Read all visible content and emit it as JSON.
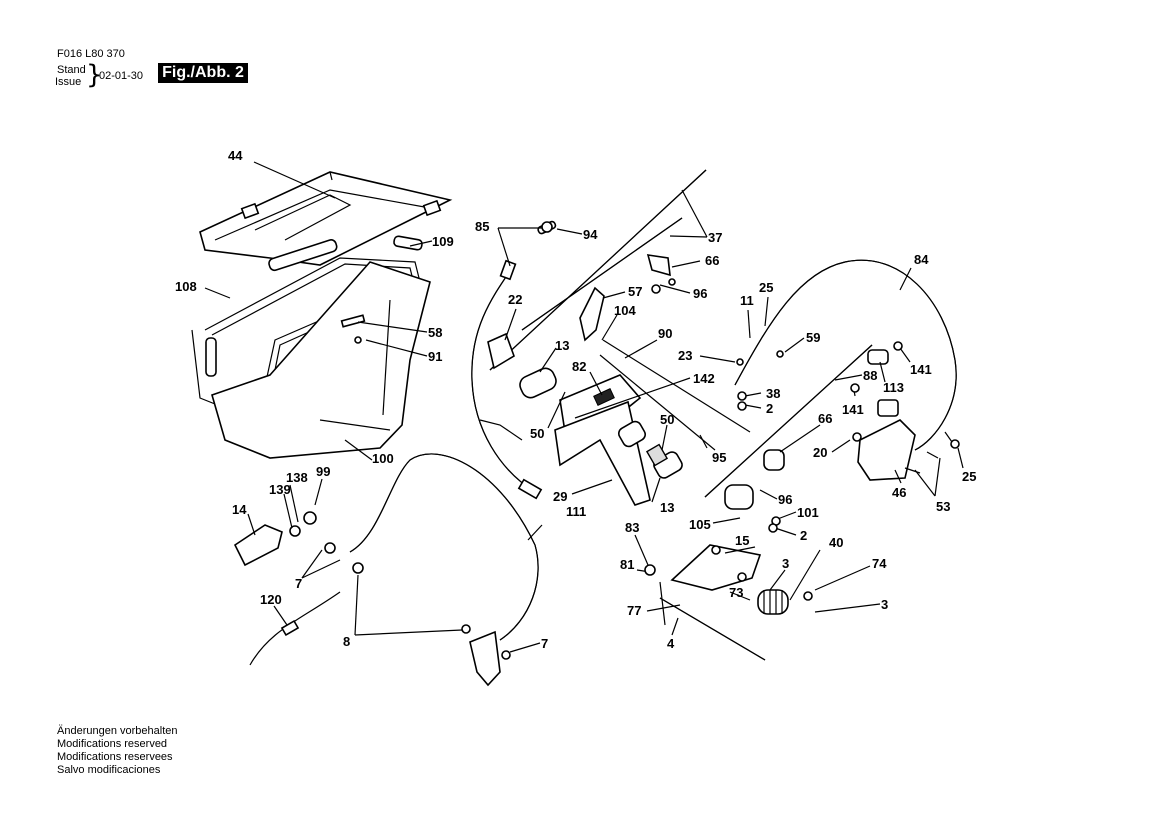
{
  "header": {
    "doc_code": "F016 L80 370",
    "stand_label": "Stand",
    "issue_label": "Issue",
    "date": "02-01-30",
    "figure_label": "Fig./Abb. 2"
  },
  "footer": {
    "lines": [
      "Änderungen vorbehalten",
      "Modifications reserved",
      "Modifications reservees",
      "Salvo modificaciones"
    ]
  },
  "callouts": [
    {
      "id": "c44",
      "text": "44"
    },
    {
      "id": "c109",
      "text": "109"
    },
    {
      "id": "c108",
      "text": "108"
    },
    {
      "id": "c58",
      "text": "58"
    },
    {
      "id": "c91",
      "text": "91"
    },
    {
      "id": "c100",
      "text": "100"
    },
    {
      "id": "c85",
      "text": "85"
    },
    {
      "id": "c94",
      "text": "94"
    },
    {
      "id": "c37",
      "text": "37"
    },
    {
      "id": "c66a",
      "text": "66"
    },
    {
      "id": "c96a",
      "text": "96"
    },
    {
      "id": "c57",
      "text": "57"
    },
    {
      "id": "c22",
      "text": "22"
    },
    {
      "id": "c104",
      "text": "104"
    },
    {
      "id": "c13a",
      "text": "13"
    },
    {
      "id": "c90",
      "text": "90"
    },
    {
      "id": "c82",
      "text": "82"
    },
    {
      "id": "c142",
      "text": "142"
    },
    {
      "id": "c50a",
      "text": "50"
    },
    {
      "id": "c50b",
      "text": "50"
    },
    {
      "id": "c13b",
      "text": "13"
    },
    {
      "id": "c95",
      "text": "95"
    },
    {
      "id": "c29",
      "text": "29"
    },
    {
      "id": "c111",
      "text": "111"
    },
    {
      "id": "c84",
      "text": "84"
    },
    {
      "id": "c25a",
      "text": "25"
    },
    {
      "id": "c11",
      "text": "11"
    },
    {
      "id": "c59",
      "text": "59"
    },
    {
      "id": "c23",
      "text": "23"
    },
    {
      "id": "c88",
      "text": "88"
    },
    {
      "id": "c113",
      "text": "113"
    },
    {
      "id": "c141a",
      "text": "141"
    },
    {
      "id": "c141b",
      "text": "141"
    },
    {
      "id": "c38",
      "text": "38"
    },
    {
      "id": "c2a",
      "text": "2"
    },
    {
      "id": "c66b",
      "text": "66"
    },
    {
      "id": "c20",
      "text": "20"
    },
    {
      "id": "c96b",
      "text": "96"
    },
    {
      "id": "c101",
      "text": "101"
    },
    {
      "id": "c105",
      "text": "105"
    },
    {
      "id": "c2b",
      "text": "2"
    },
    {
      "id": "c46",
      "text": "46"
    },
    {
      "id": "c53",
      "text": "53"
    },
    {
      "id": "c25b",
      "text": "25"
    },
    {
      "id": "c14",
      "text": "14"
    },
    {
      "id": "c138",
      "text": "138"
    },
    {
      "id": "c139",
      "text": "139"
    },
    {
      "id": "c99",
      "text": "99"
    },
    {
      "id": "c7a",
      "text": "7"
    },
    {
      "id": "c120",
      "text": "120"
    },
    {
      "id": "c8",
      "text": "8"
    },
    {
      "id": "c7b",
      "text": "7"
    },
    {
      "id": "c83",
      "text": "83"
    },
    {
      "id": "c15",
      "text": "15"
    },
    {
      "id": "c81",
      "text": "81"
    },
    {
      "id": "c77",
      "text": "77"
    },
    {
      "id": "c4",
      "text": "4"
    },
    {
      "id": "c73",
      "text": "73"
    },
    {
      "id": "c3a",
      "text": "3"
    },
    {
      "id": "c40",
      "text": "40"
    },
    {
      "id": "c74",
      "text": "74"
    },
    {
      "id": "c3b",
      "text": "3"
    }
  ]
}
